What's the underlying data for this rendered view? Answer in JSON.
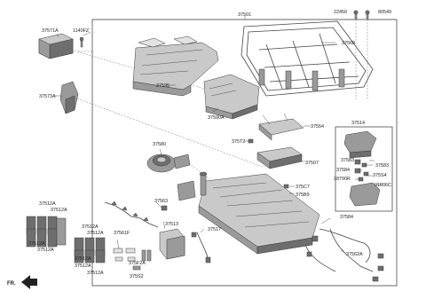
{
  "labels": {
    "assembly": "37501",
    "bolt_a": "22450",
    "bolt_b": "80549",
    "frame": "37568",
    "cover_upper": "37595",
    "cover_lower": "37590A",
    "bracket_bms": "37554",
    "junction_box": "37514",
    "fuse_a": "37583",
    "fuse_b": "37583",
    "relay_a": "37584",
    "relay_b": "375S4",
    "resistor": "18790R",
    "shunt": "91806C",
    "module_top": "37571A",
    "screw": "1140FZ",
    "duct": "37573A",
    "fan": "37580",
    "sensor": "375T2",
    "bms": "37507",
    "connector_c7": "375C7",
    "connector_b9": "375B9",
    "harness_a": "37563",
    "harness_b": "37584",
    "bus_bar": "37561F",
    "cell_block": "37513",
    "plug": "37517",
    "harness_main": "37562A",
    "bracket_2a": "375F2A",
    "bracket_s2": "375S2",
    "module_left_1": "37512A",
    "module_left_2": "37512A",
    "module_left_3": "37512A",
    "module_left_4": "37512A",
    "module_right_1": "37512A",
    "module_right_2": "37512A",
    "module_right_3": "37512A",
    "module_right_4": "37512A",
    "module_right_5": "37512A",
    "direction": "FR."
  }
}
